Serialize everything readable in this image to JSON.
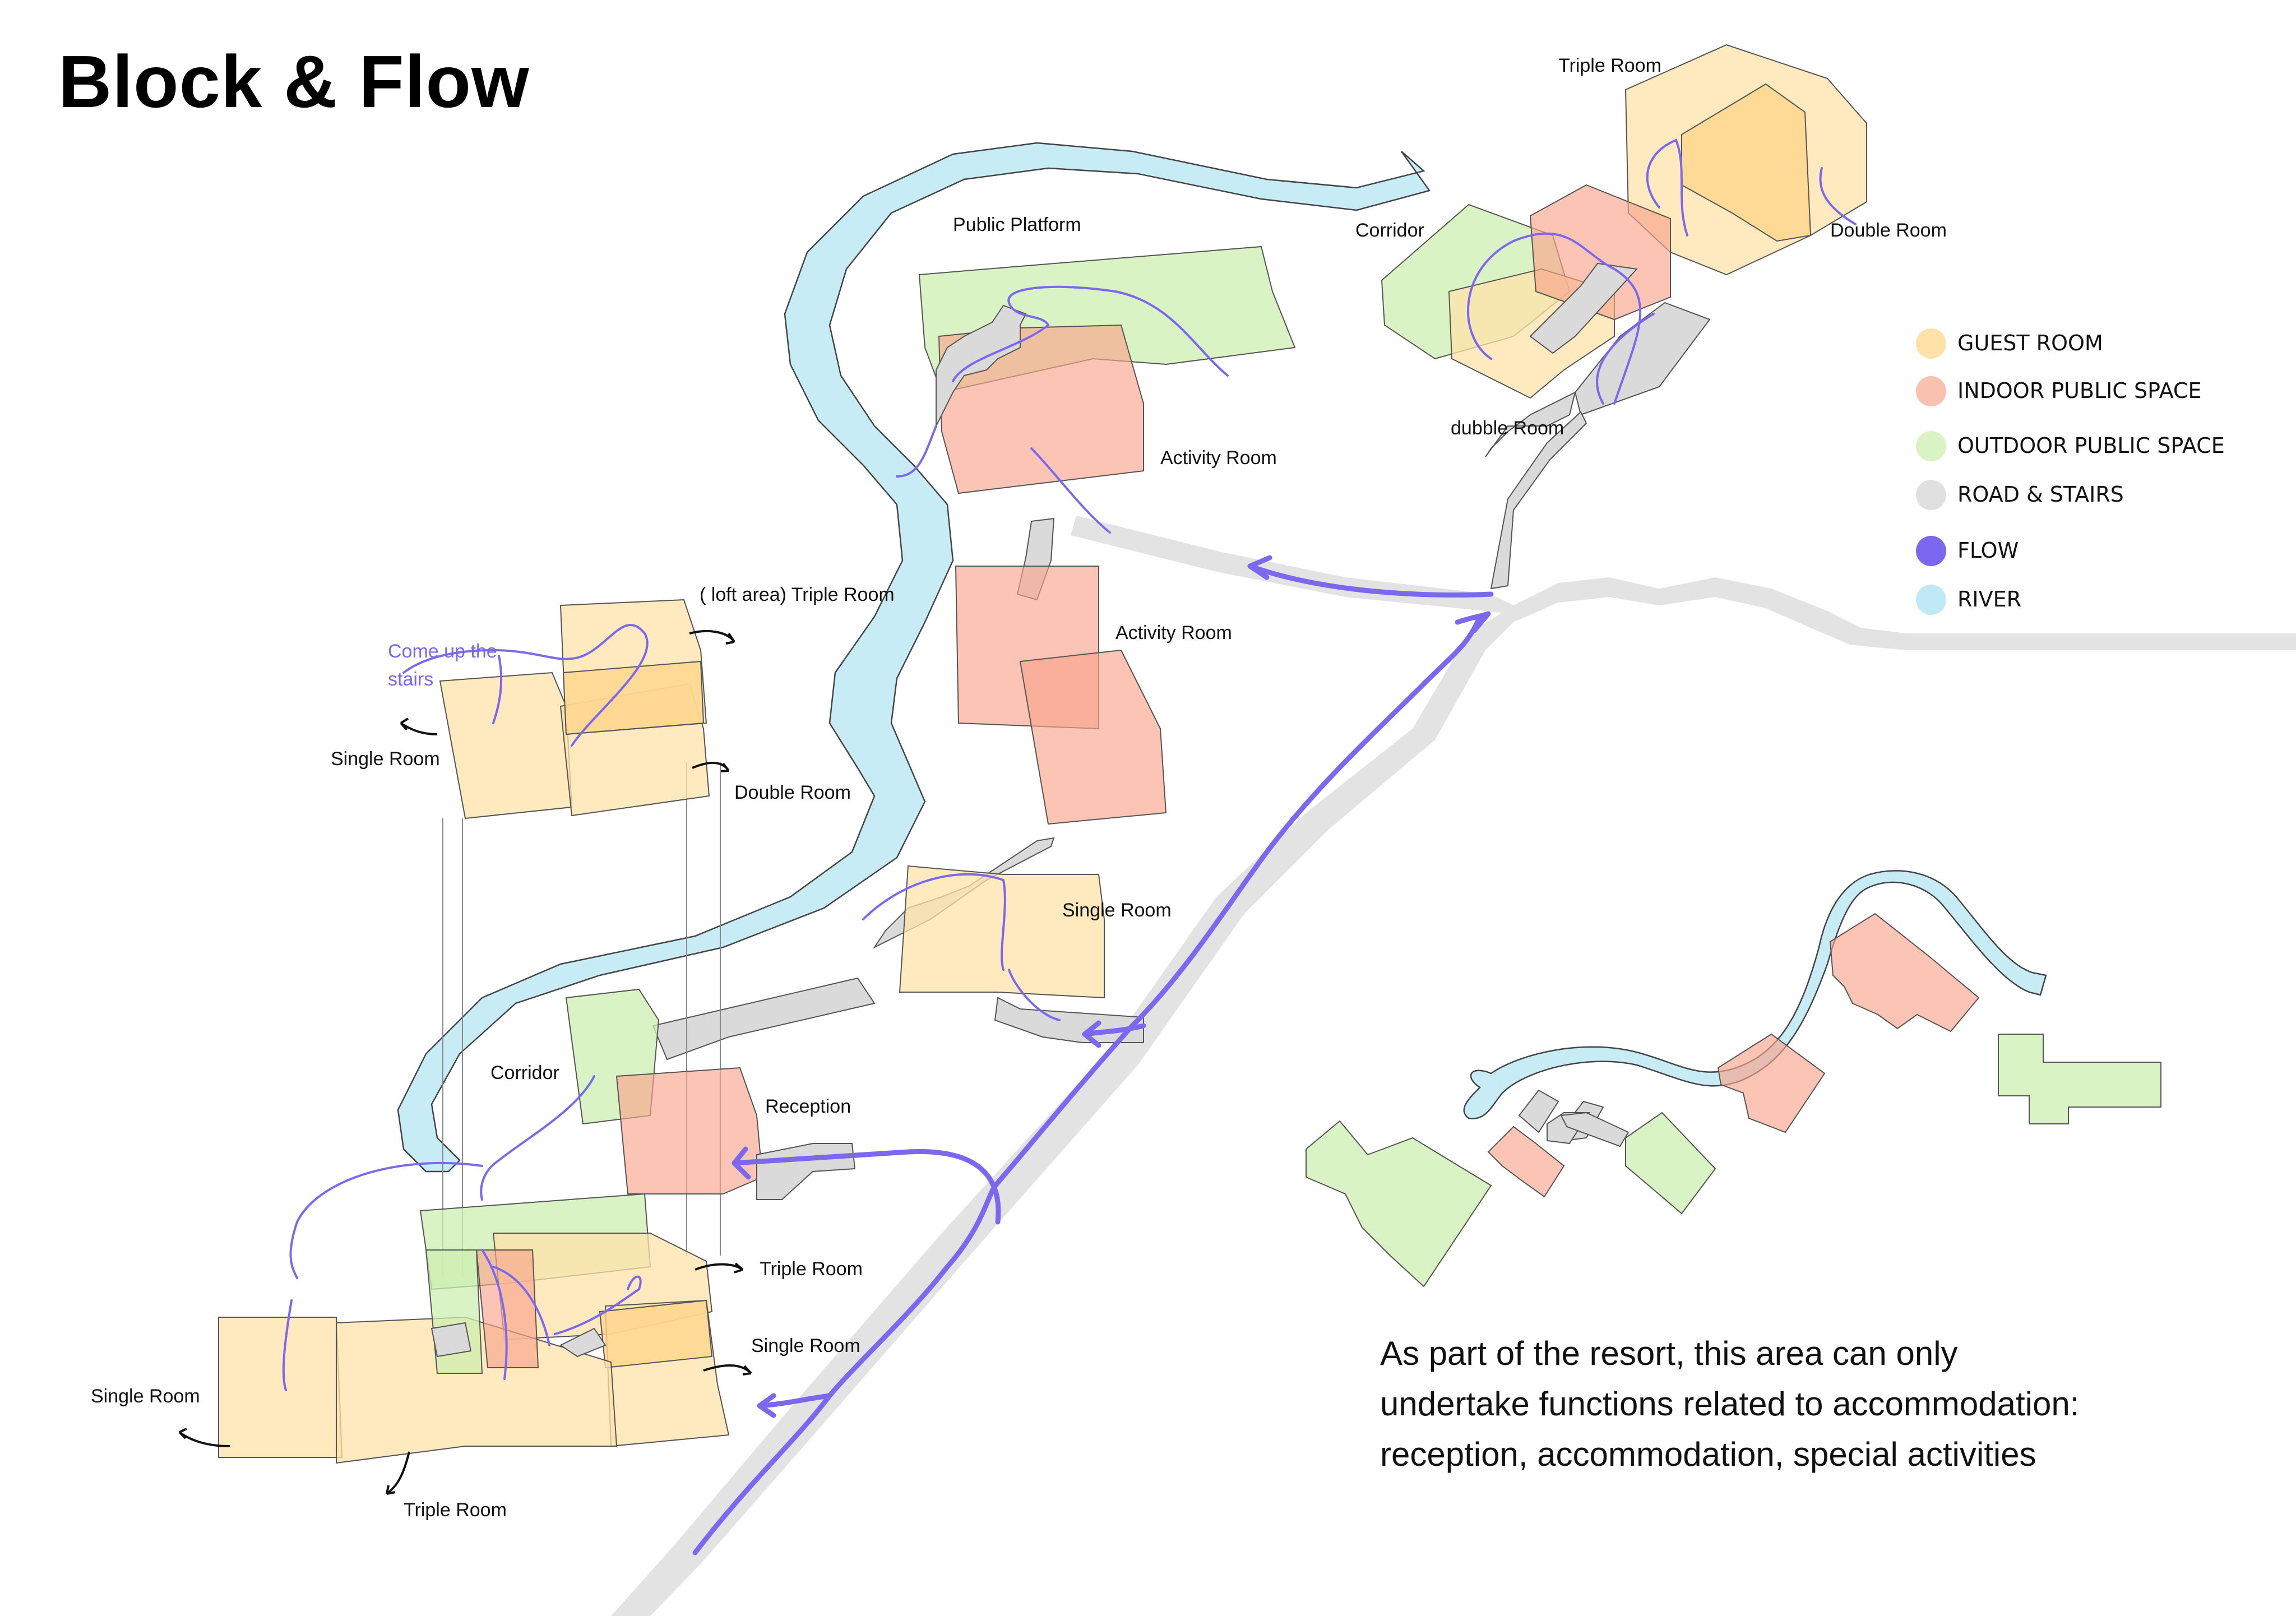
{
  "title": "Block & Flow",
  "labels": {
    "triple_room_top": "Triple Room",
    "double_room_top": "Double Room",
    "corridor_top": "Corridor",
    "dubble_room": "dubble Room",
    "public_platform": "Public Platform",
    "activity_room_1": "Activity Room",
    "activity_room_2": "Activity Room",
    "single_room_mid": "Single Room",
    "loft_triple_room": "( loft area) Triple Room",
    "come_up_line1": "Come up the",
    "come_up_line2": "stairs",
    "single_room_upper": "Single Room",
    "double_room_upper": "Double Room",
    "corridor_low": "Corridor",
    "reception": "Reception",
    "triple_room_low_right": "Triple Room",
    "single_room_low_right": "Single Room",
    "single_room_low_left": "Single Room",
    "triple_room_bottom": "Triple Room"
  },
  "legend": [
    {
      "label": "GUEST ROOM",
      "color": "#FFE2A8"
    },
    {
      "label": "INDOOR PUBLIC SPACE",
      "color": "#F9C1B0"
    },
    {
      "label": "OUTDOOR PUBLIC SPACE",
      "color": "#D9F3C4"
    },
    {
      "label": "ROAD & STAIRS",
      "color": "#E0E0E0"
    },
    {
      "label": "FLOW",
      "color": "#7B68EE"
    },
    {
      "label": "RIVER",
      "color": "#BFE9F5"
    }
  ],
  "note_lines": [
    "As part of the resort, this area can only",
    "undertake functions related to accommodation:",
    "reception, accommodation, special activities"
  ]
}
